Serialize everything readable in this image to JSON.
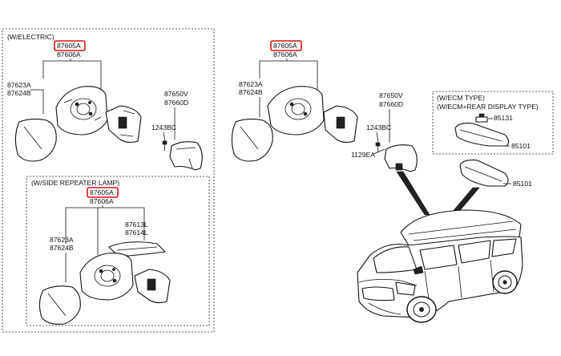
{
  "highlight_color": "#dd1111",
  "panels": {
    "electric_header": "(W/ELECTRIC)",
    "repeater_header": "(W/SIDE REPEATER LAMP)",
    "ecm_header_1": "(W/ECM TYPE)",
    "ecm_header_2": "(W/ECM+REAR DISPLAY TYPE)"
  },
  "labels": {
    "electric": {
      "p87605a": "87605A",
      "p87606a": "87606A",
      "p87623a": "87623A",
      "p87624b": "87624B",
      "p87650v": "87650V",
      "p87660d": "87660D",
      "p1243bc": "1243BC"
    },
    "repeater": {
      "p87605a": "87605A",
      "p87606a": "87606A",
      "p87613l": "87613L",
      "p87614l": "87614L",
      "p87623a": "87623A",
      "p87624b": "87624B"
    },
    "manual": {
      "p87605a": "87605A",
      "p87606a": "87606A",
      "p87623a": "87623A",
      "p87624b": "87624B",
      "p87650v": "87650V",
      "p87660d": "87660D",
      "p1243bc": "1243BC",
      "p1129ea": "1129EA"
    },
    "ecm": {
      "p85131": "85131",
      "p85101a": "85101"
    },
    "inside_mirror": {
      "p85101b": "85101"
    }
  }
}
